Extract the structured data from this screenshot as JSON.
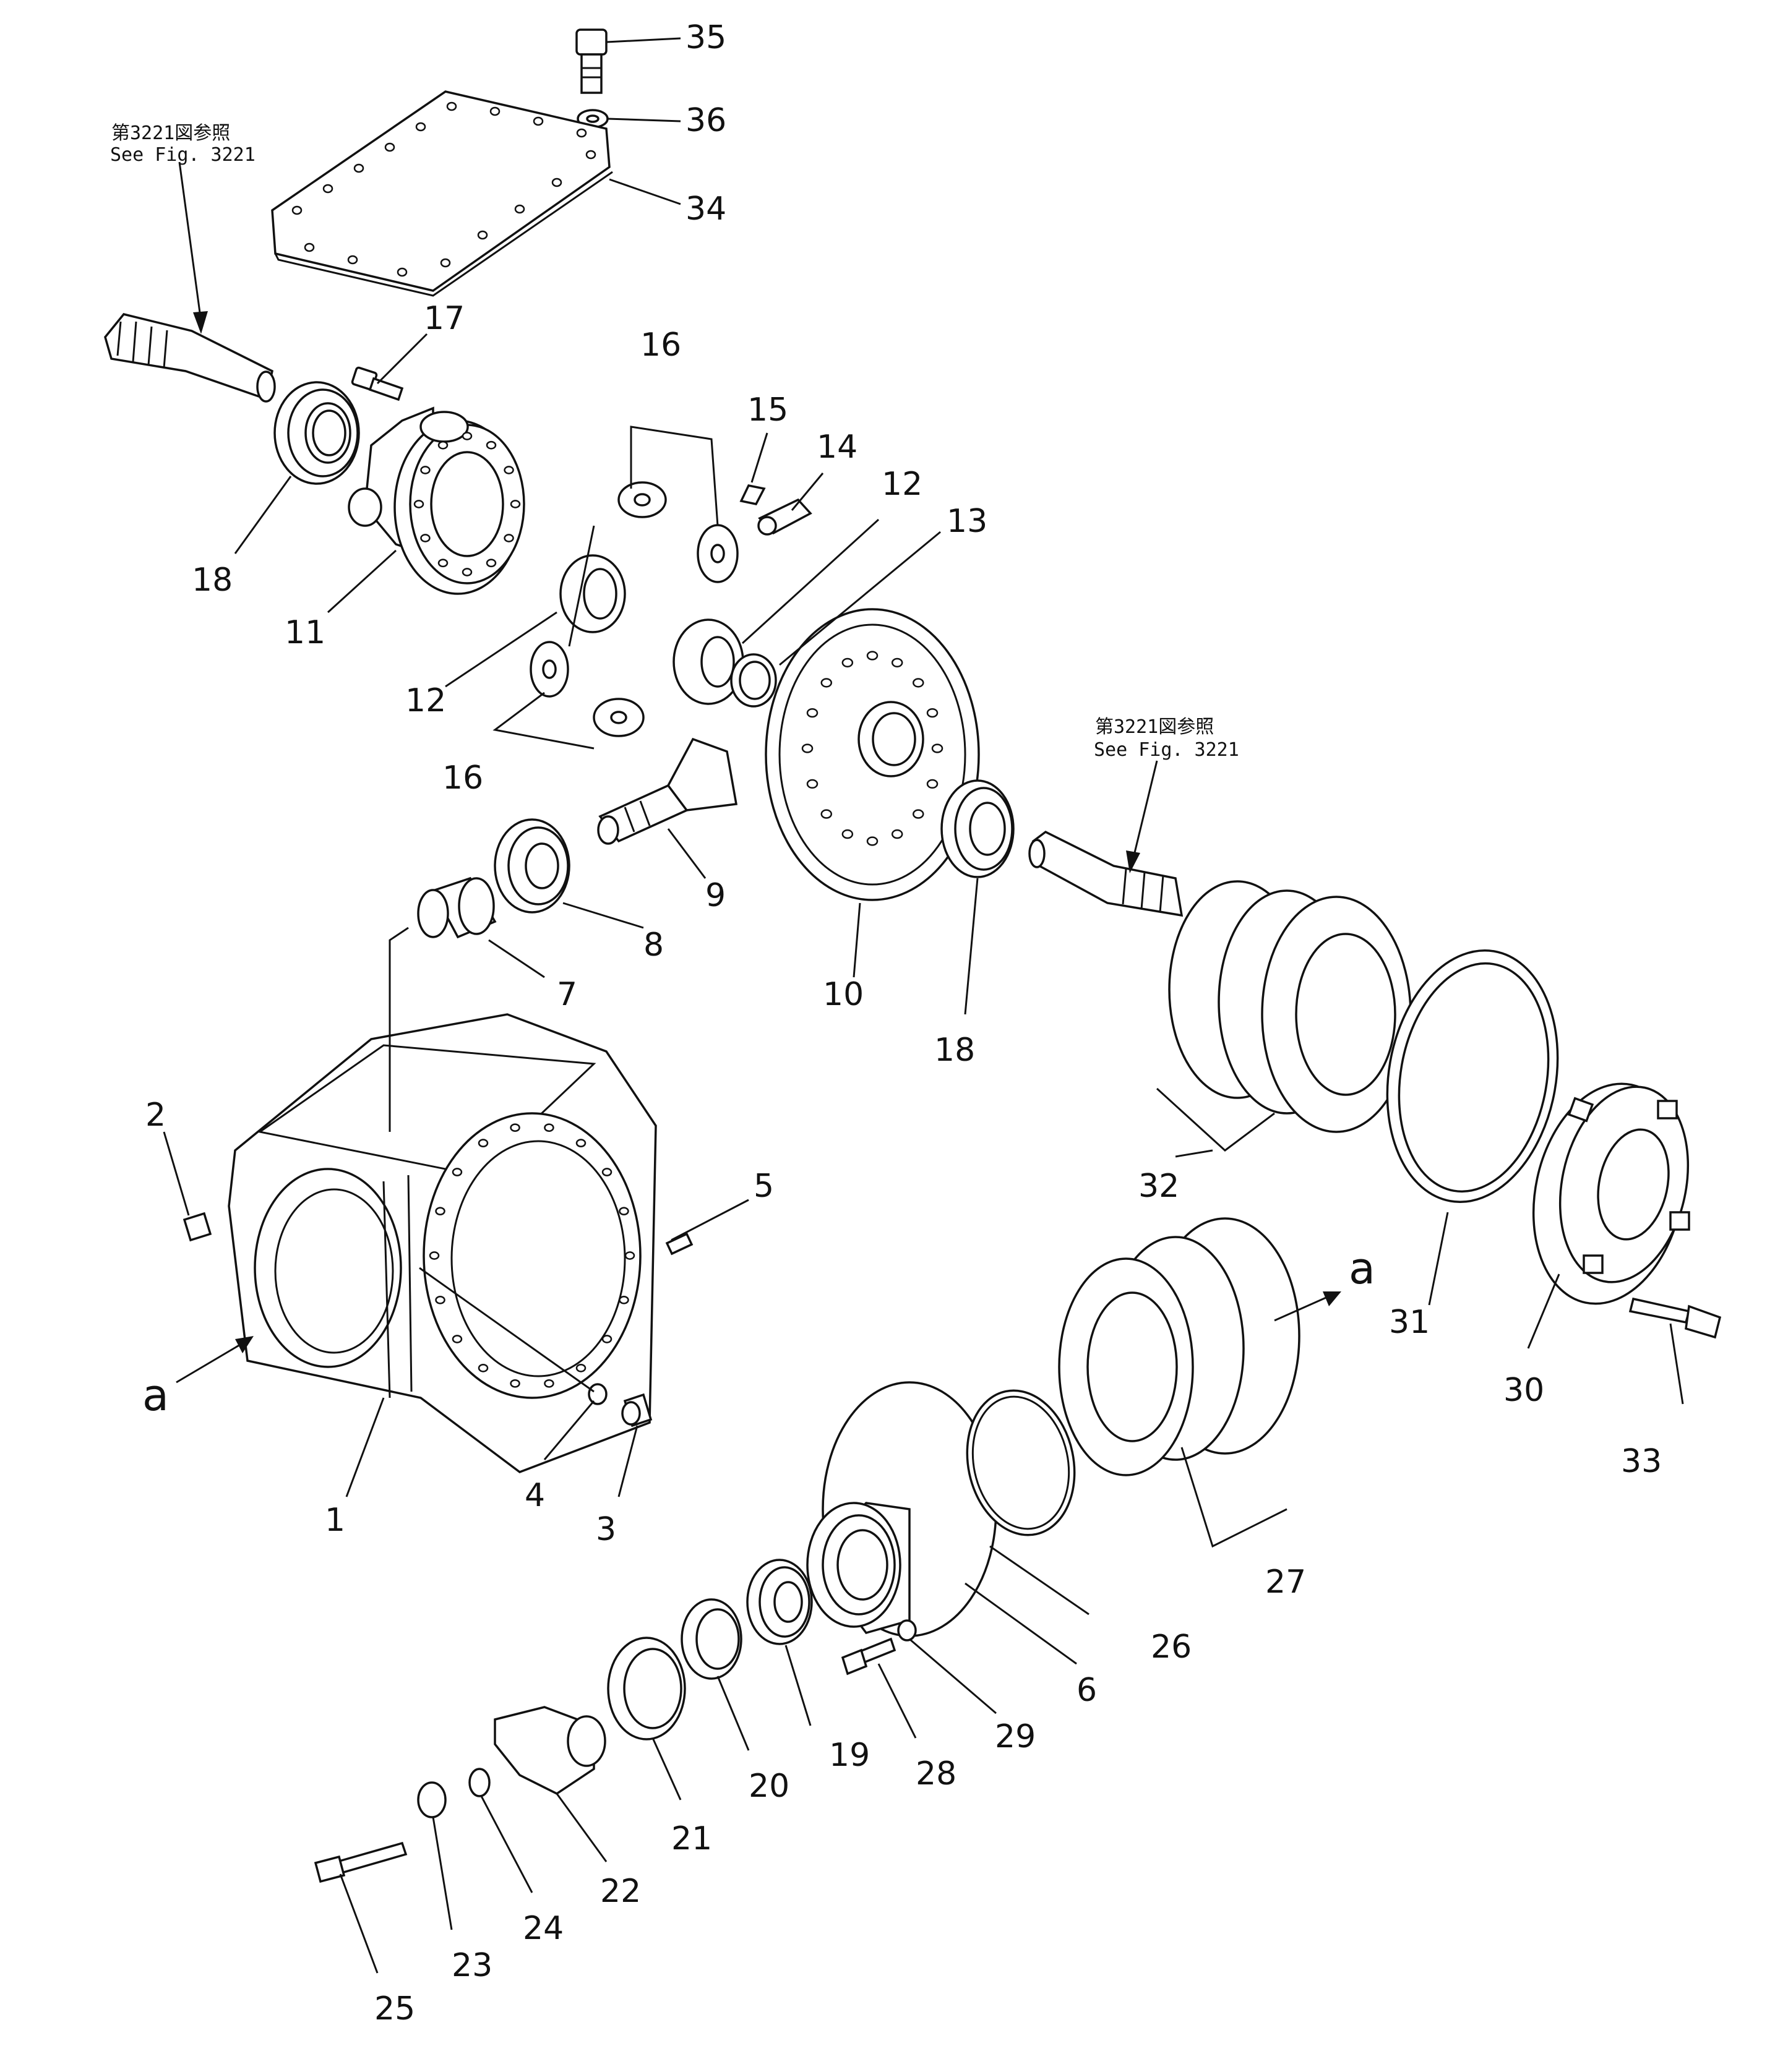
{
  "labels": {
    "p1": "1",
    "p2": "2",
    "p3": "3",
    "p4": "4",
    "p5": "5",
    "p6": "6",
    "p7": "7",
    "p8": "8",
    "p9": "9",
    "p10": "10",
    "p11": "11",
    "p12a": "12",
    "p12b": "12",
    "p13": "13",
    "p14": "14",
    "p15": "15",
    "p16a": "16",
    "p16b": "16",
    "p17": "17",
    "p18a": "18",
    "p18b": "18",
    "p19": "19",
    "p20": "20",
    "p21": "21",
    "p22": "22",
    "p23": "23",
    "p24": "24",
    "p25": "25",
    "p26": "26",
    "p27": "27",
    "p28": "28",
    "p29": "29",
    "p30": "30",
    "p31": "31",
    "p32": "32",
    "p33": "33",
    "p34": "34",
    "p35": "35",
    "p36": "36"
  },
  "view_marks": {
    "left": "a",
    "right": "a"
  },
  "references": {
    "left": {
      "jp": "第3221図参照",
      "en": "See  Fig. 3221"
    },
    "right": {
      "jp": "第3221図参照",
      "en": "See  Fig. 3221"
    }
  }
}
